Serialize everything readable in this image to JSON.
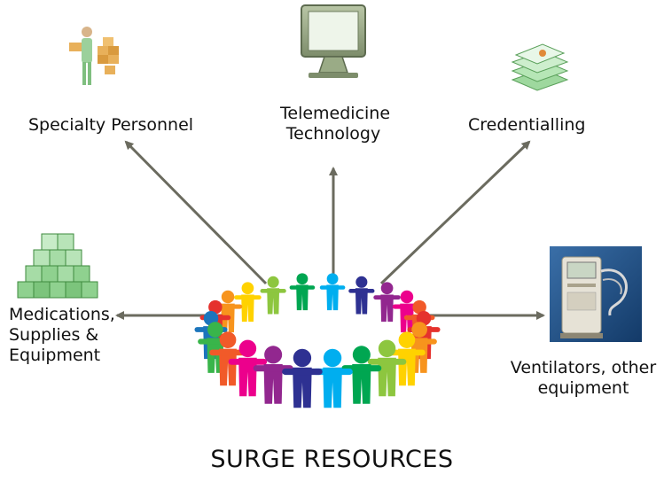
{
  "title": "SURGE RESOURCES",
  "nodes": {
    "specialty_personnel": "Specialty Personnel",
    "telemedicine_line1": "Telemedicine",
    "telemedicine_line2": "Technology",
    "credentialling": "Credentialling",
    "medications_line1": "Medications,",
    "medications_line2": "Supplies &",
    "medications_line3": "Equipment",
    "ventilators_line1": "Ventilators, other",
    "ventilators_line2": "equipment"
  },
  "colors": {
    "arrow": "#6b6b5f",
    "box_green": "#8fd18f",
    "monitor": "#8a9a7a",
    "ventilator_bg": "#1f4f86"
  },
  "icons": [
    "person-with-boxes-icon",
    "monitor-icon",
    "documents-icon",
    "stacked-boxes-icon",
    "ventilator-icon",
    "people-circle-icon"
  ]
}
